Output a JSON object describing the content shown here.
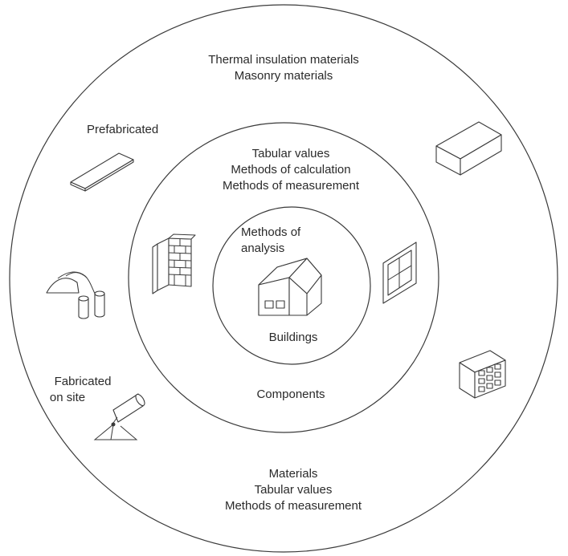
{
  "outer": {
    "top_lines": [
      "Thermal insulation materials",
      "Masonry materials"
    ],
    "prefabricated": "Prefabricated",
    "fabricated_lines": [
      "Fabricated",
      "on site"
    ],
    "bottom_lines": [
      "Materials",
      "Tabular values",
      "Methods of measurement"
    ]
  },
  "middle": {
    "top_lines": [
      "Tabular values",
      "Methods of calculation",
      "Methods of measurement"
    ],
    "bottom": "Components"
  },
  "inner": {
    "top_lines": [
      "Methods of",
      "analysis"
    ],
    "bottom": "Buildings"
  },
  "icons": [
    "insulation-slab-icon",
    "masonry-block-icon",
    "brick-wall-icon",
    "window-frame-icon",
    "house-icon",
    "perforated-brick-icon",
    "pouring-cylinders-icon",
    "spray-gun-icon"
  ],
  "colors": {
    "line": "#3a3a3a",
    "text": "#2a2a2a",
    "background": "#ffffff"
  }
}
